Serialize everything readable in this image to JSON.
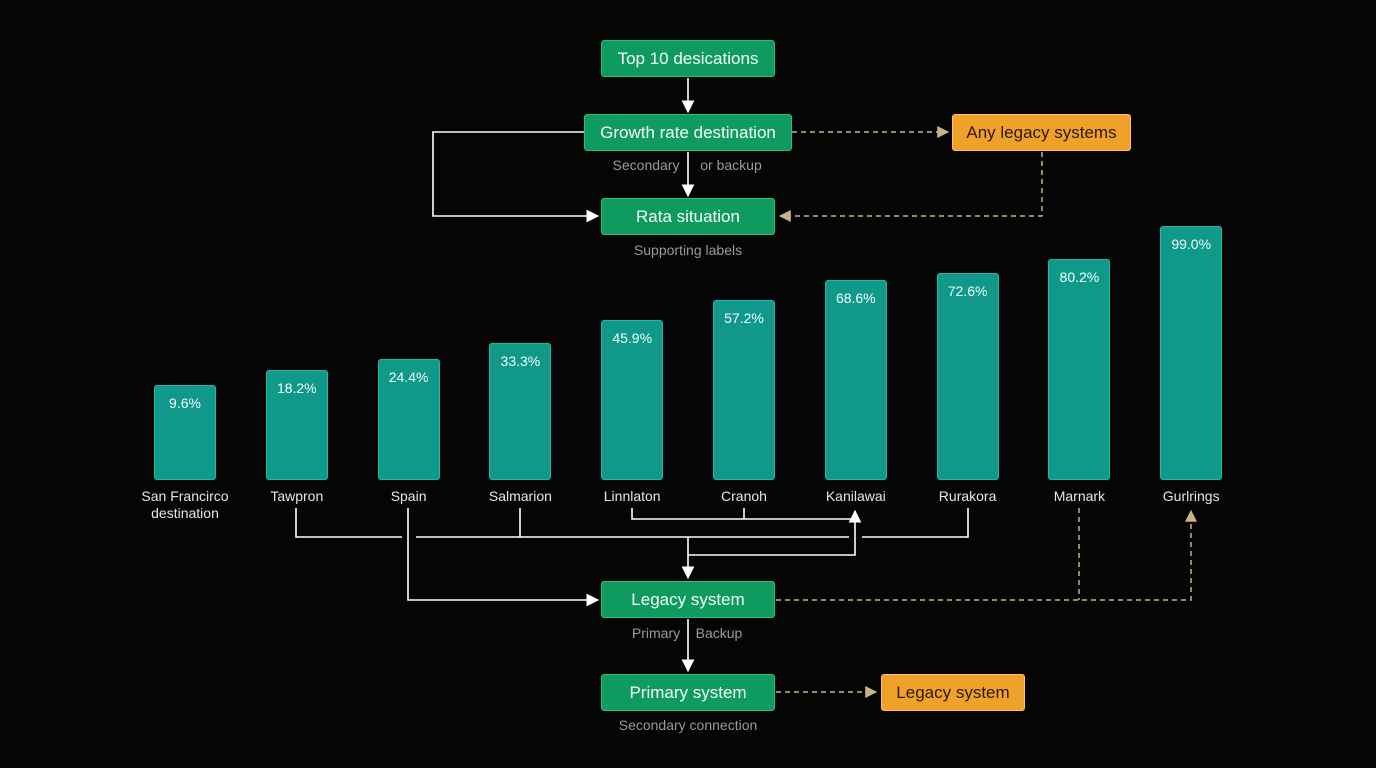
{
  "colors": {
    "background": "#050505",
    "node_green": "#0f9a5f",
    "node_orange": "#f0a12a",
    "bar": "#10998a",
    "solid_line": "#ffffff",
    "dashed_line": "#c9b48a"
  },
  "nodes": {
    "top": "Top 10 desications",
    "growth": "Growth rate destination",
    "any_legacy": "Any legacy systems",
    "rata": "Rata situation",
    "legacy_system": "Legacy system",
    "primary_system": "Primary system",
    "legacy_system_right": "Legacy system"
  },
  "captions": {
    "growth_left": "Secondary",
    "growth_right": "or backup",
    "rata": "Supporting labels",
    "legacy_left": "Primary",
    "legacy_right": "Backup",
    "primary": "Secondary connection"
  },
  "chart_data": {
    "type": "bar",
    "categories": [
      "San Francirco destination",
      "Tawpron",
      "Spain",
      "Salmarion",
      "Linnlaton",
      "Cranoh",
      "Kanilawai",
      "Rurakora",
      "Marnark",
      "Gurlrings"
    ],
    "values": [
      9.6,
      18.2,
      24.4,
      33.3,
      45.9,
      57.2,
      68.6,
      72.6,
      80.2,
      99.0
    ],
    "value_labels": [
      "9.6%",
      "18.2%",
      "24.4%",
      "33.3%",
      "45.9%",
      "57.2%",
      "68.6%",
      "72.6%",
      "80.2%",
      "99.0%"
    ],
    "ylim": [
      0,
      100
    ],
    "grid": false
  }
}
